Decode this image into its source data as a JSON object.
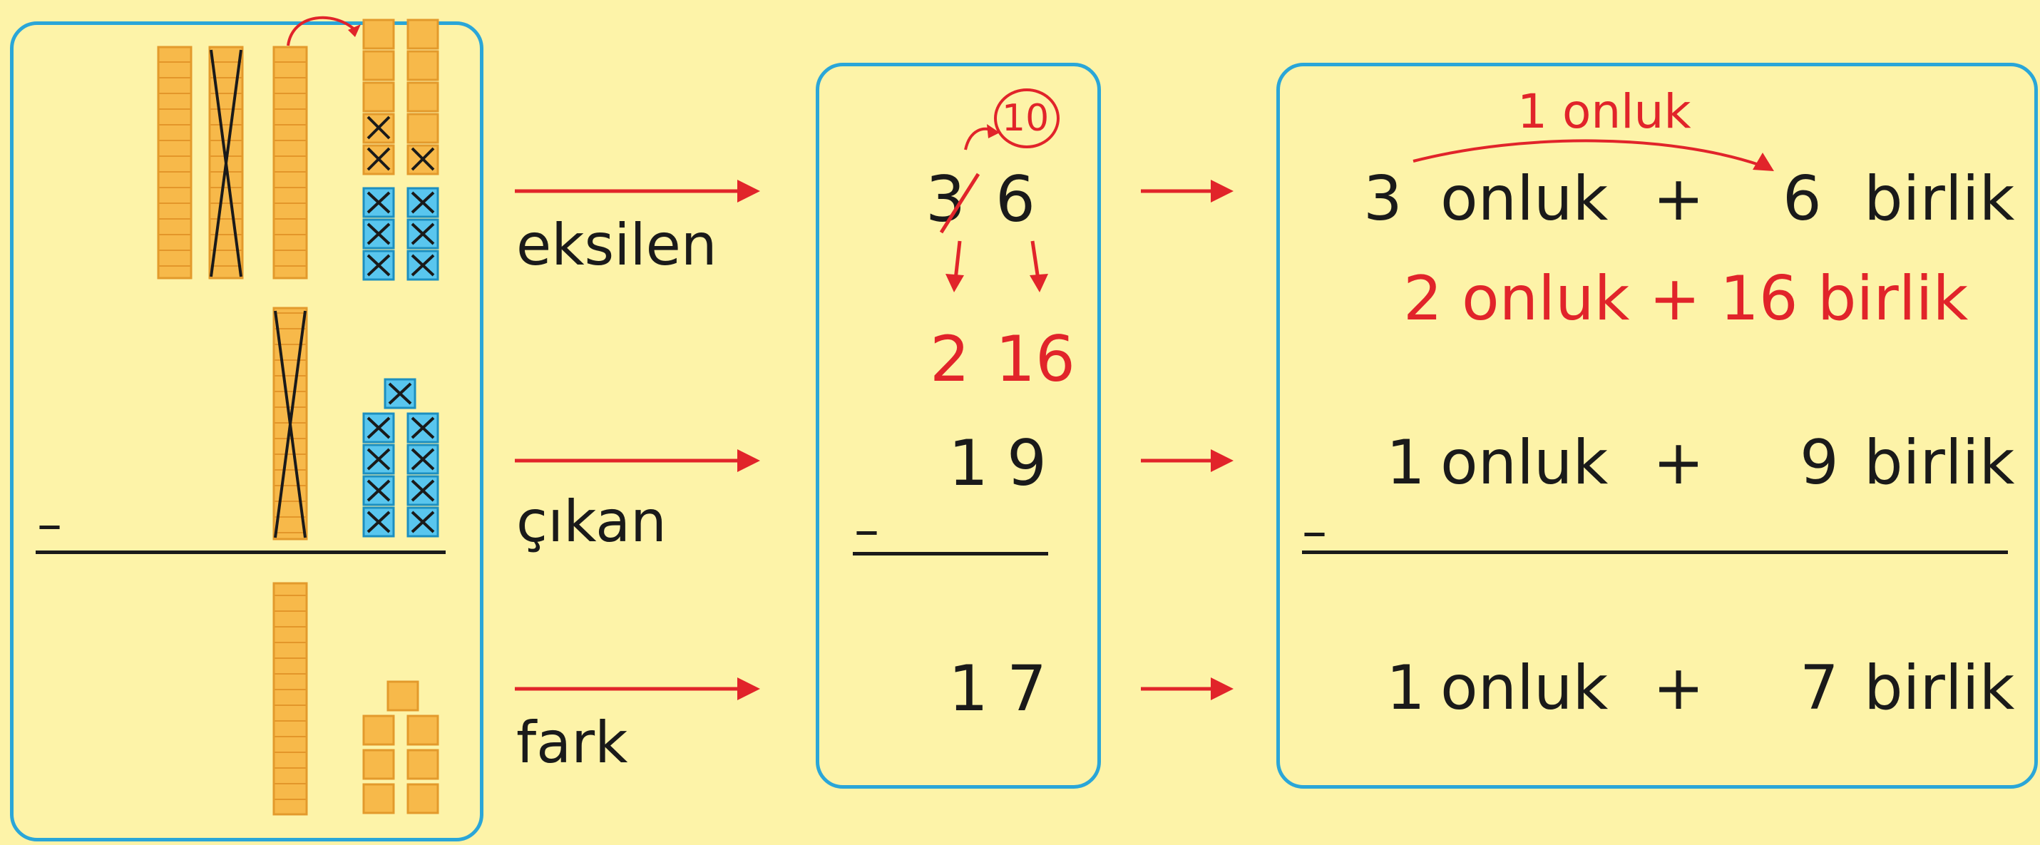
{
  "labels": {
    "eksilen": "eksilen",
    "cikan": "çıkan",
    "fark": "fark"
  },
  "operator": {
    "minus": "–",
    "plus": "+"
  },
  "digits": {
    "minuend_tens": "3",
    "minuend_ones": "6",
    "regroup_circle": "10",
    "regrouped_tens": "2",
    "regrouped_ones": "16",
    "subtrahend_tens": "1",
    "subtrahend_ones": "9",
    "difference_tens": "1",
    "difference_ones": "7"
  },
  "words": {
    "transfer_note": "1 onluk",
    "row1": {
      "tens": "3",
      "tens_word": "onluk",
      "ones": "6",
      "ones_word": "birlik"
    },
    "row2": {
      "text": "2 onluk + 16 birlik"
    },
    "row3": {
      "tens": "1",
      "tens_word": "onluk",
      "ones": "9",
      "ones_word": "birlik"
    },
    "row4": {
      "tens": "1",
      "tens_word": "onluk",
      "ones": "7",
      "ones_word": "birlik"
    }
  },
  "colors": {
    "background": "#fdf3a8",
    "panel_border": "#2aa6d8",
    "accent_red": "#e1242a",
    "block_orange": "#f7b94a",
    "block_blue": "#59c6ee"
  }
}
